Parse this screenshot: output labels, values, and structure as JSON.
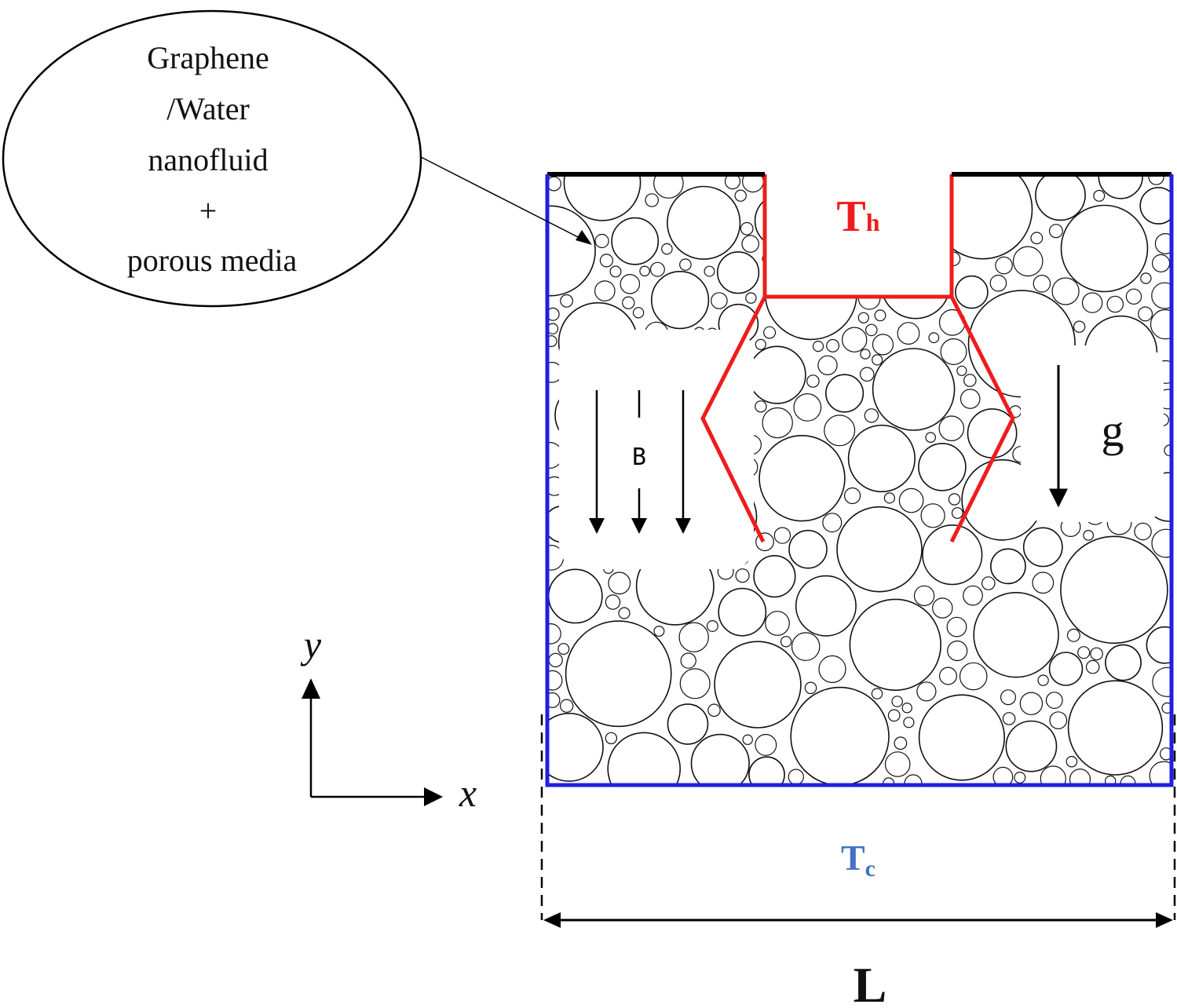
{
  "bubble": {
    "lines": [
      "Graphene",
      "/Water",
      "nanofluid",
      "+",
      "porous  media"
    ]
  },
  "labels": {
    "hot_main": "T",
    "hot_sub": "h",
    "cold_main": "T",
    "cold_sub": "c",
    "magnetic": "B",
    "gravity": "g",
    "length": "L",
    "axis_x": "x",
    "axis_y": "y"
  },
  "colors": {
    "hot": "#ee1c1c",
    "cold_wall": "#1f1fe0",
    "cold_label": "#4472c4",
    "adiabatic": "#000000",
    "ink": "#111111"
  }
}
